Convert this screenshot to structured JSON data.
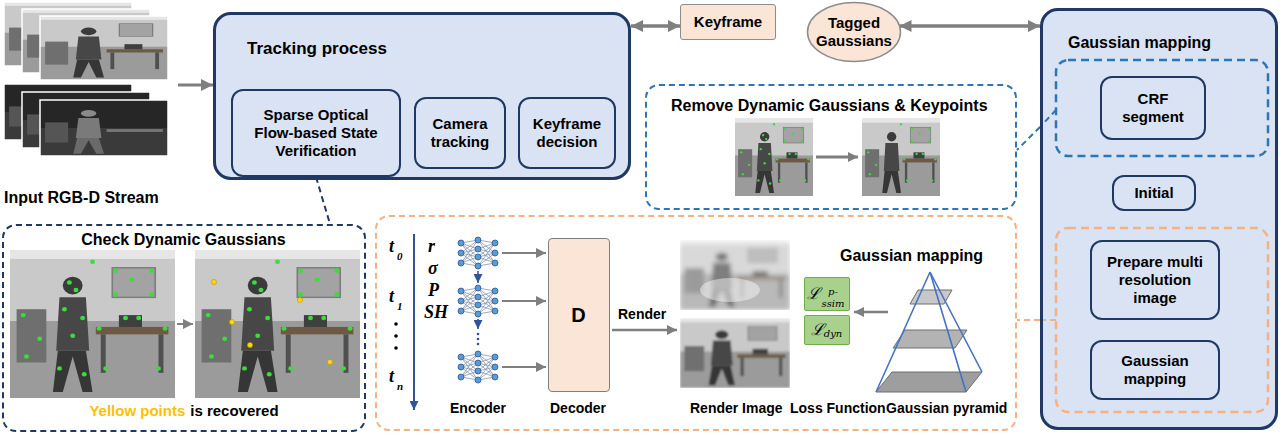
{
  "diagram": {
    "nodes": [
      {
        "text": [
          "Input RGB-D Stream"
        ]
      },
      {
        "text": [
          "Tracking process"
        ]
      },
      {
        "text": [
          "Sparse Optical Flow-based State Verification"
        ],
        "in": 1
      },
      {
        "text": [
          "Camera tracking"
        ],
        "in": 1
      },
      {
        "text": [
          "Keyframe decision"
        ],
        "in": 1
      },
      {
        "text": [
          "Keyframe"
        ]
      },
      {
        "text": [
          "Tagged Gaussians"
        ]
      },
      {
        "text": [
          "Remove Dynamic Gaussians & Keypoints"
        ]
      },
      {
        "text": [
          "Gaussian mapping"
        ]
      },
      {
        "text": [
          "CRF segment"
        ],
        "in": 8
      },
      {
        "text": [
          "Initial"
        ],
        "in": 8
      },
      {
        "text": [
          "Prepare multi resolution image"
        ],
        "in": 8
      },
      {
        "text": [
          "Gaussian mapping"
        ],
        "in": 8
      },
      {
        "text": [
          "Check Dynamic Gaussians",
          "Yellow points",
          "is recovered"
        ]
      },
      {
        "text": [
          "Gaussian mapping"
        ]
      },
      {
        "text": [
          "D"
        ],
        "in": 14
      },
      {
        "text": [
          "ℒ",
          "p-ssim"
        ],
        "in": 14
      },
      {
        "text": [
          "ℒ",
          "dyn"
        ],
        "in": 14
      }
    ],
    "edges": [
      {
        "from": 0,
        "to": 1,
        "arrow": "to"
      },
      {
        "from": 1,
        "to": 5,
        "arrow": "both"
      },
      {
        "from": 6,
        "to": 8,
        "arrow": "both"
      },
      {
        "from": 2,
        "to": 13,
        "arrow": "none"
      },
      {
        "from": 8,
        "to": 7,
        "arrow": "none"
      },
      {
        "from": 8,
        "to": 14,
        "arrow": "none"
      }
    ],
    "labels": [
      "t",
      "0",
      "r",
      "σ",
      "P",
      "SH",
      "t",
      "1",
      "t",
      "n",
      "Render",
      "Encoder",
      "Decoder",
      "Render Image",
      "Loss Function",
      "Gaussian pyramid"
    ]
  }
}
